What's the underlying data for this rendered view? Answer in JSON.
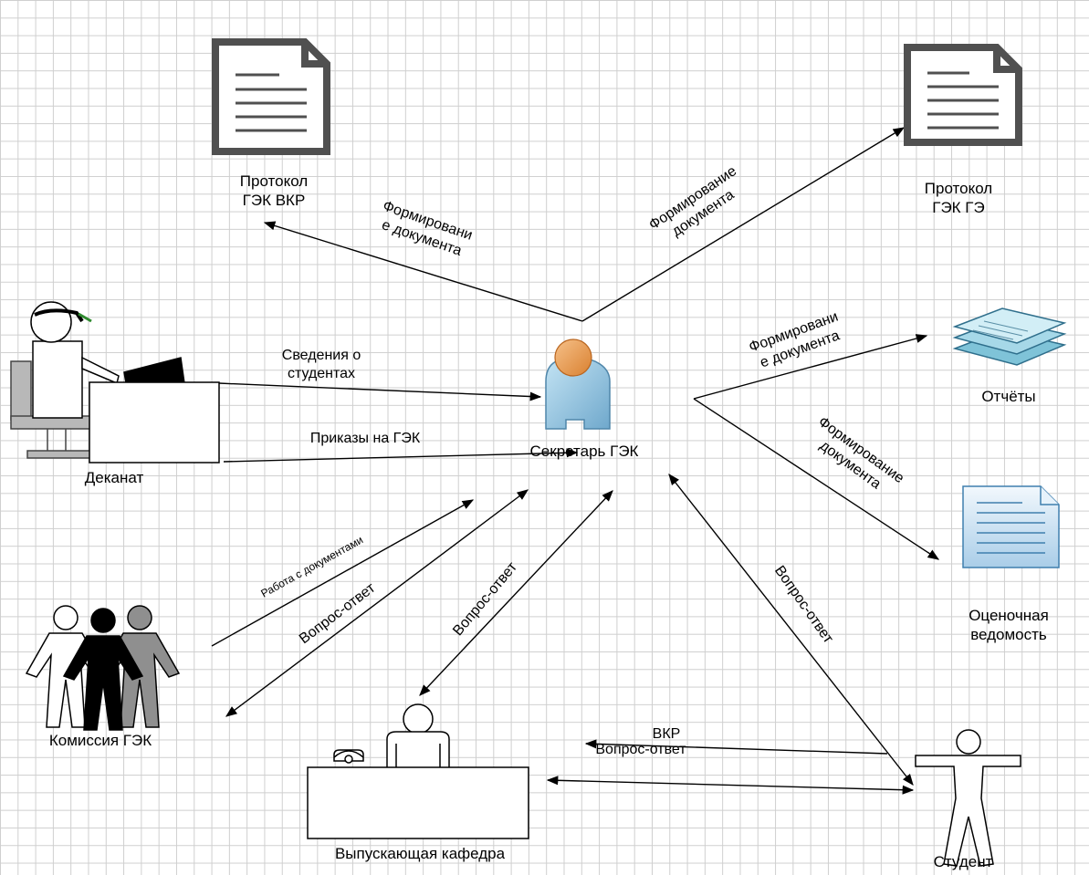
{
  "nodes": {
    "protocol_vkr": "Протокол\nГЭК ВКР",
    "protocol_ge": "Протокол\nГЭК ГЭ",
    "reports": "Отчёты",
    "grade_sheet": "Оценочная\nведомость",
    "dean_office": "Деканат",
    "secretary": "Секретарь ГЭК",
    "commission": "Комиссия ГЭК",
    "department": "Выпускающая кафедра",
    "student": "Студент"
  },
  "edges": {
    "to_protocol_vkr": "Формировани\nе документа",
    "to_protocol_ge": "Формирование\nдокумента",
    "to_reports": "Формировани\nе документа",
    "to_grade_sheet": "Формирование\nдокумента",
    "dean_students_info": "Сведения о\nстудентах",
    "dean_orders": "Приказы на ГЭК",
    "commission_docs": "Работа с документами",
    "commission_qa": "Вопрос-ответ",
    "department_qa": "Вопрос-ответ",
    "student_qa": "Вопрос-ответ",
    "dept_student_qa": "Вопрос-ответ",
    "student_vkr": "ВКР"
  }
}
